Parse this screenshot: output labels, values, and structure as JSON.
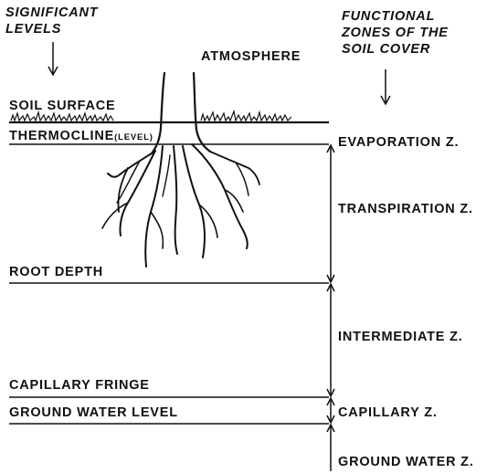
{
  "headers": {
    "significant_levels": [
      "SIGNIFICANT",
      "LEVELS"
    ],
    "functional_zones": [
      "FUNCTIONAL",
      "ZONES OF THE",
      "SOIL COVER"
    ],
    "atmosphere": "ATMOSPHERE"
  },
  "levels": {
    "soil_surface": "SOIL SURFACE",
    "thermocline": "THERMOCLINE",
    "thermocline_suffix": "(LEVEL)",
    "root_depth": "ROOT DEPTH",
    "capillary_fringe": "CAPILLARY FRINGE",
    "ground_water_level": "GROUND WATER LEVEL"
  },
  "zones": {
    "evaporation": "EVAPORATION Z.",
    "transpiration": "TRANSPIRATION Z.",
    "intermediate": "INTERMEDIATE Z.",
    "capillary": "CAPILLARY Z.",
    "ground_water": "GROUND WATER Z."
  }
}
